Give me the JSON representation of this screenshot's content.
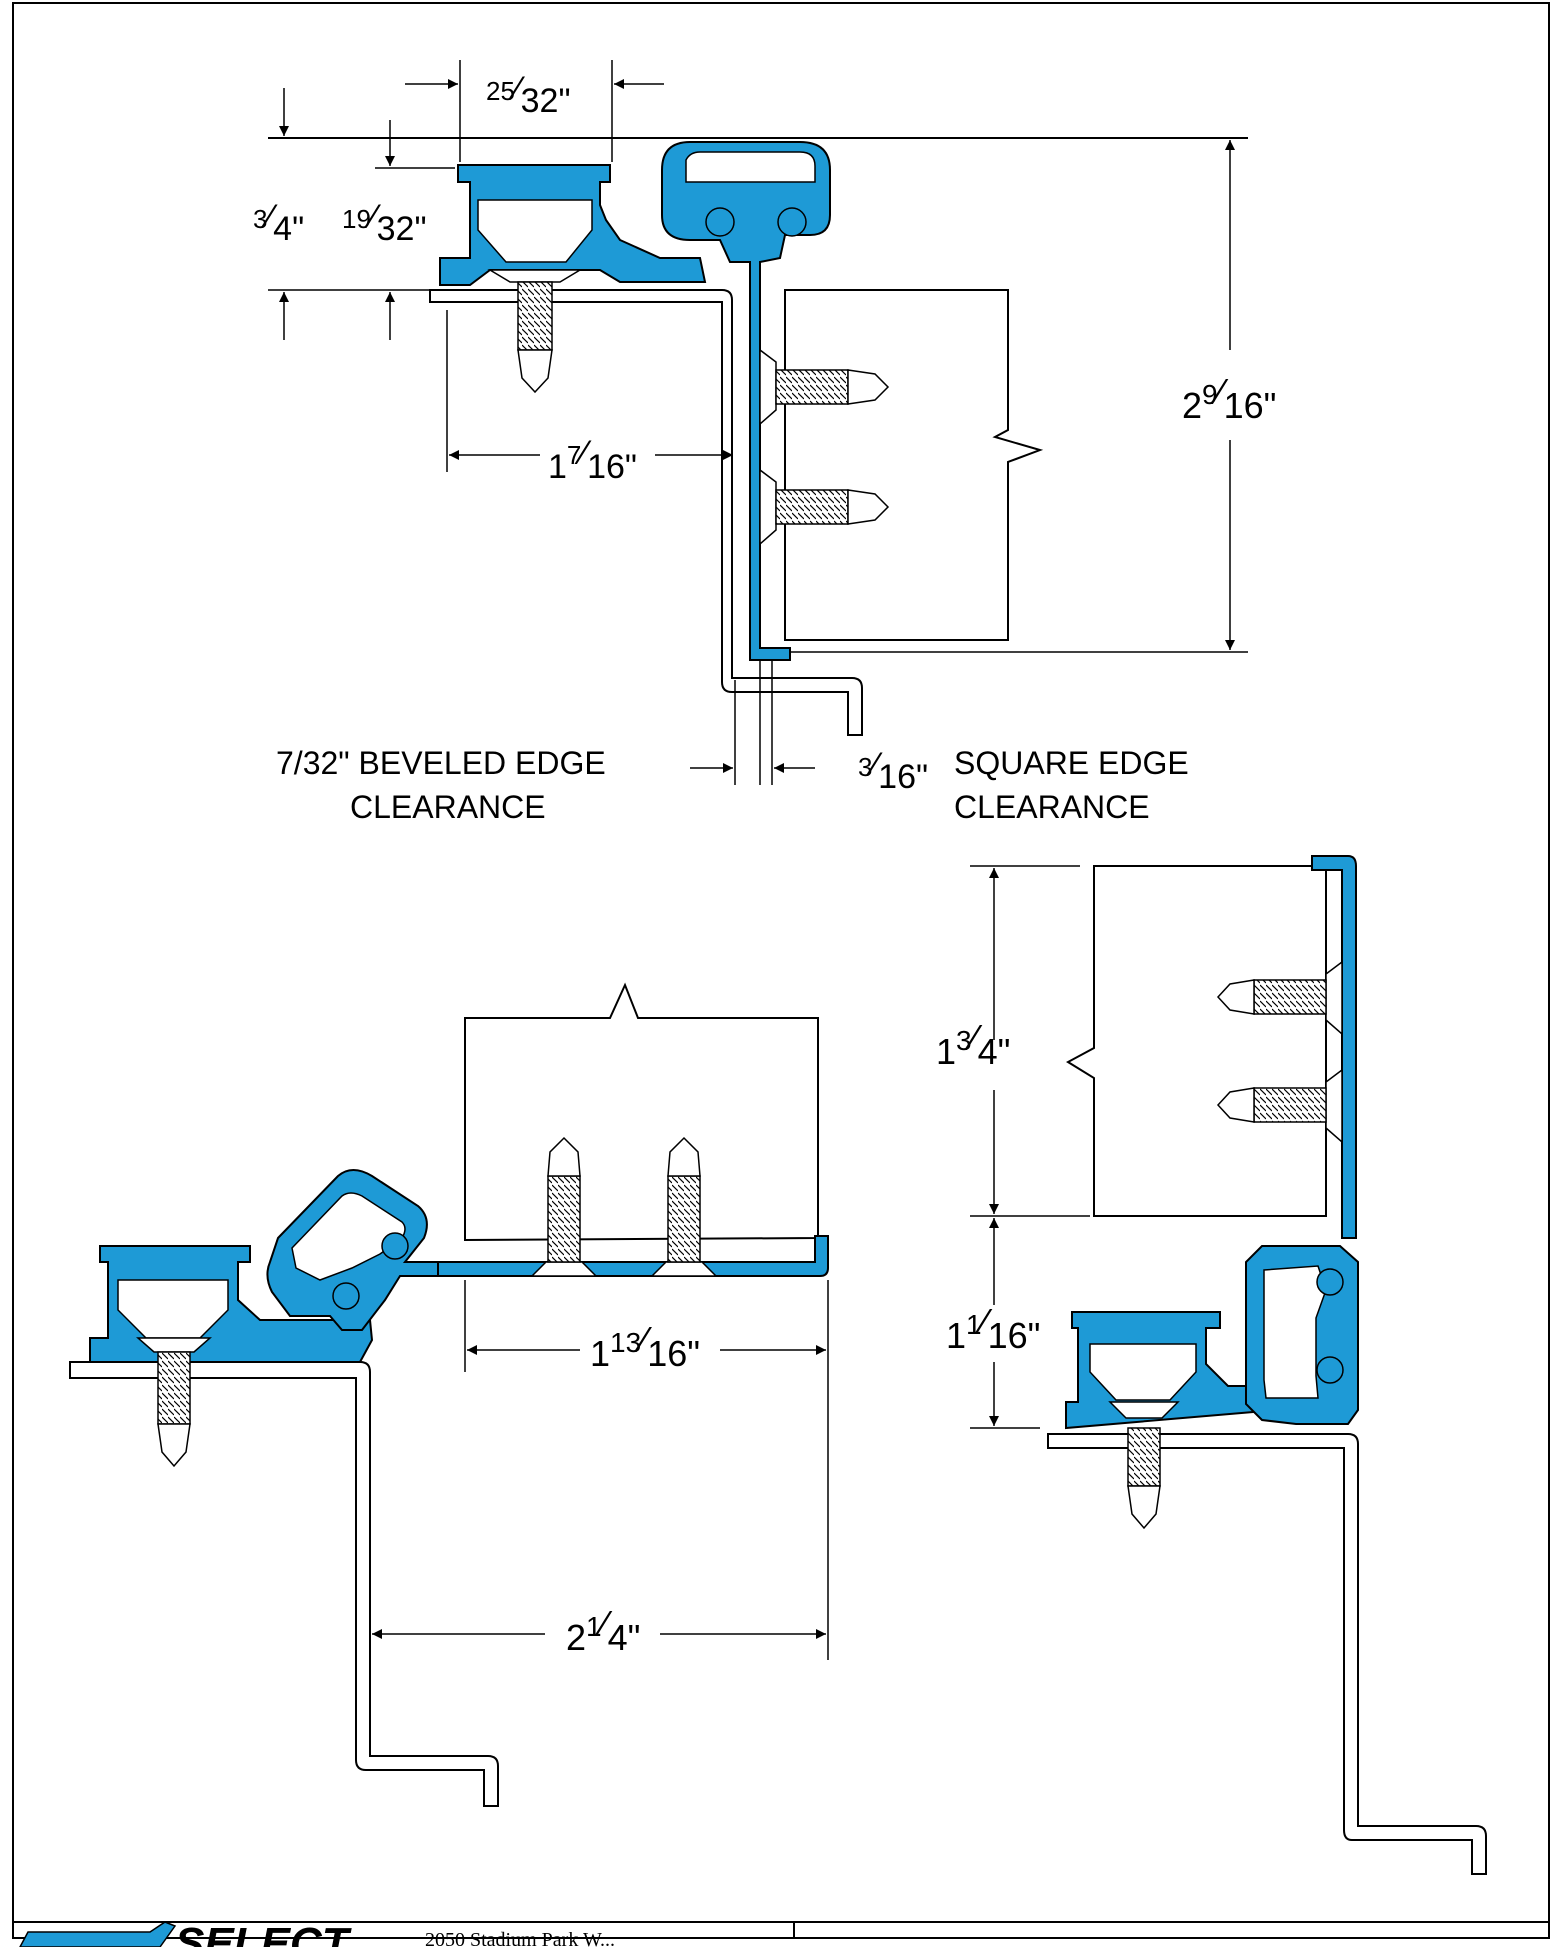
{
  "colors": {
    "profile": "#1e9ad6",
    "outline": "#000000",
    "paper": "#ffffff"
  },
  "dimensions": {
    "top_width": {
      "whole": "",
      "num": "25",
      "den": "32",
      "unit": "\""
    },
    "top_height_a": {
      "whole": "",
      "num": "3",
      "den": "4",
      "unit": "\""
    },
    "top_height_b": {
      "whole": "",
      "num": "19",
      "den": "32",
      "unit": "\""
    },
    "top_reach": {
      "whole": "1",
      "num": "7",
      "den": "16",
      "unit": "\""
    },
    "top_overall": {
      "whole": "2",
      "num": "9",
      "den": "16",
      "unit": "\""
    },
    "sq_clearance": {
      "whole": "",
      "num": "3",
      "den": "16",
      "unit": "\""
    },
    "left_reach": {
      "whole": "1",
      "num": "13",
      "den": "16",
      "unit": "\""
    },
    "left_overall": {
      "whole": "2",
      "num": "1",
      "den": "4",
      "unit": "\""
    },
    "right_door": {
      "whole": "1",
      "num": "3",
      "den": "4",
      "unit": "\""
    },
    "right_hinge": {
      "whole": "1",
      "num": "1",
      "den": "16",
      "unit": "\""
    }
  },
  "labels": {
    "beveled_line1": "7/32\" BEVELED EDGE",
    "beveled_line2": "CLEARANCE",
    "square_line1": "SQUARE EDGE",
    "square_line2": "CLEARANCE"
  },
  "title_block": {
    "logo_text": "SELECT",
    "address_line": "2050 Stadium Park W..."
  }
}
